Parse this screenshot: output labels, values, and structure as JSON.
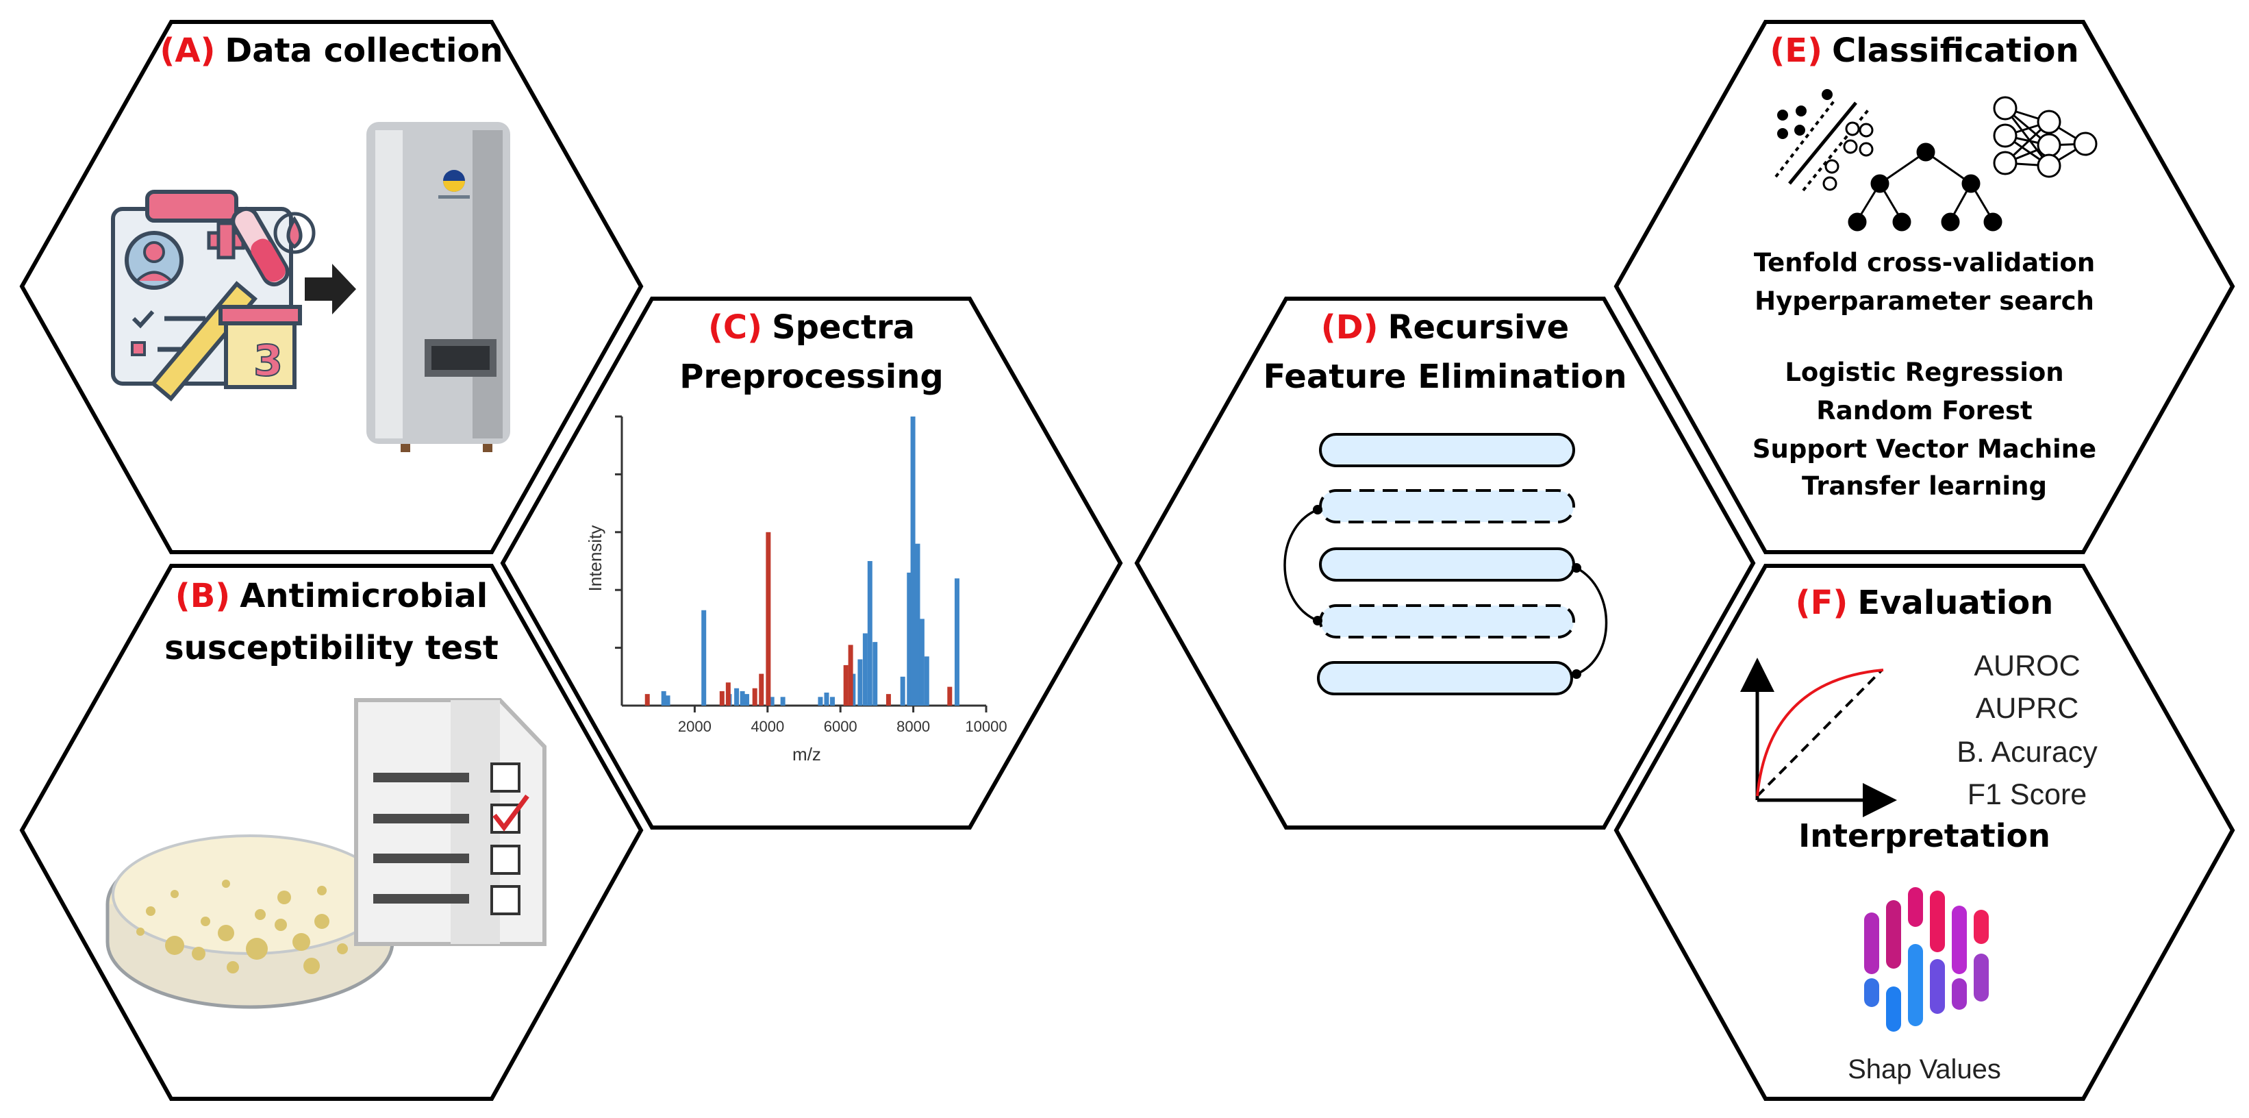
{
  "panels": {
    "A": {
      "tag": "(A)",
      "title": "Data collection"
    },
    "B": {
      "tag": "(B)",
      "title_line1": "Antimicrobial",
      "title_line2": "susceptibility test"
    },
    "C": {
      "tag": "(C)",
      "title_line1": "Spectra",
      "title_line2": "Preprocessing"
    },
    "D": {
      "tag": "(D)",
      "title_line1": "Recursive",
      "title_line2": "Feature Elimination"
    },
    "E": {
      "tag": "(E)",
      "title": "Classification",
      "cv": "Tenfold cross-validation",
      "hp": "Hyperparameter search",
      "models": [
        "Logistic Regression",
        "Random Forest",
        "Support Vector Machine",
        "Transfer learning"
      ]
    },
    "F": {
      "tag": "(F)",
      "title": "Evaluation",
      "metrics": [
        "AUROC",
        "AUPRC",
        "B. Acuracy",
        "F1 Score"
      ],
      "interpretation": "Interpretation",
      "shap_label": "Shap Values"
    }
  },
  "colors": {
    "accent_red": "#e8151b",
    "bar_blue": "#3f86c8",
    "bar_red": "#c0392b",
    "rfe_fill": "#dcefff"
  },
  "chart_data": {
    "type": "bar",
    "xlabel": "m/z",
    "ylabel": "Intensity",
    "xlim": [
      0,
      10000
    ],
    "ylim": [
      0,
      1
    ],
    "xticks": [
      "2000",
      "4000",
      "6000",
      "8000",
      "10000"
    ],
    "series": [
      {
        "color": "blue",
        "points": [
          [
            1150,
            0.05
          ],
          [
            1260,
            0.035
          ],
          [
            2250,
            0.33
          ],
          [
            2950,
            0.04
          ],
          [
            3150,
            0.06
          ],
          [
            3310,
            0.05
          ],
          [
            3430,
            0.04
          ],
          [
            4120,
            0.03
          ],
          [
            4420,
            0.03
          ],
          [
            5450,
            0.03
          ],
          [
            5620,
            0.045
          ],
          [
            5780,
            0.03
          ],
          [
            6350,
            0.11
          ],
          [
            6540,
            0.16
          ],
          [
            6680,
            0.25
          ],
          [
            6810,
            0.5
          ],
          [
            6950,
            0.22
          ],
          [
            7710,
            0.1
          ],
          [
            7890,
            0.46
          ],
          [
            7990,
            1.0
          ],
          [
            8120,
            0.56
          ],
          [
            8240,
            0.3
          ],
          [
            8370,
            0.17
          ],
          [
            9200,
            0.44
          ]
        ]
      },
      {
        "color": "red",
        "points": [
          [
            700,
            0.04
          ],
          [
            2750,
            0.05
          ],
          [
            2920,
            0.08
          ],
          [
            3650,
            0.06
          ],
          [
            3830,
            0.11
          ],
          [
            4020,
            0.6
          ],
          [
            6150,
            0.14
          ],
          [
            6280,
            0.21
          ],
          [
            7320,
            0.04
          ],
          [
            9000,
            0.065
          ]
        ]
      }
    ]
  }
}
